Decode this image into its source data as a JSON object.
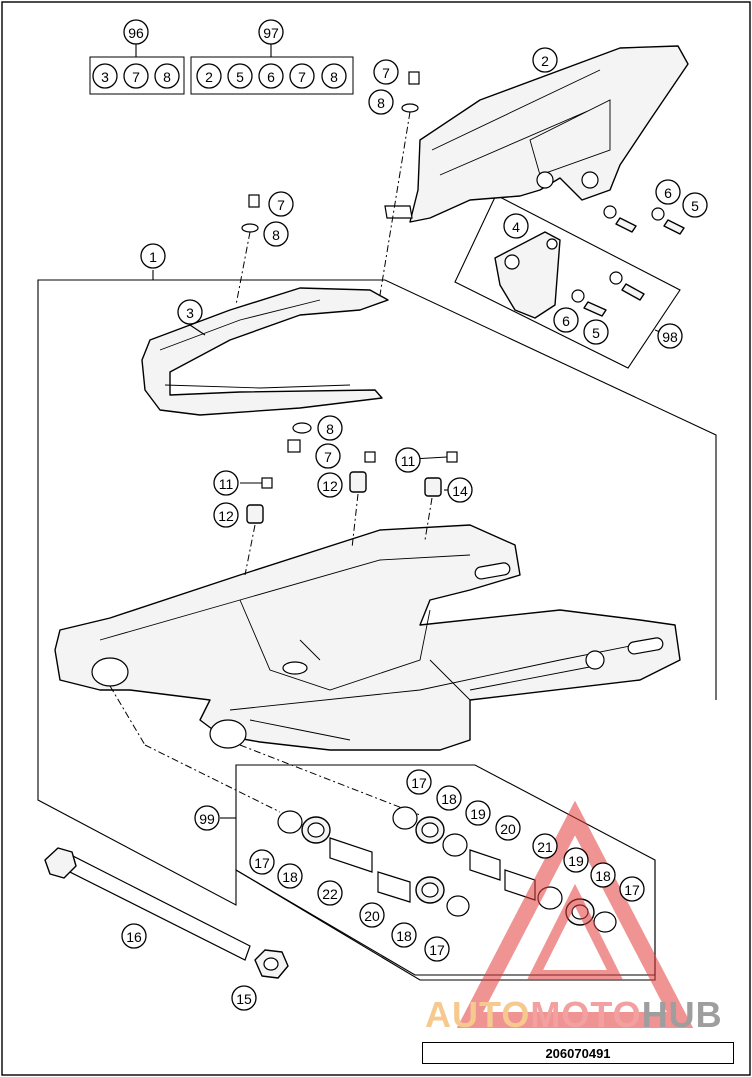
{
  "callouts": [
    {
      "id": "c1",
      "label": "1"
    },
    {
      "id": "c2",
      "label": "2"
    },
    {
      "id": "c3",
      "label": "3"
    },
    {
      "id": "c4",
      "label": "4"
    },
    {
      "id": "c5a",
      "label": "5"
    },
    {
      "id": "c5b",
      "label": "5"
    },
    {
      "id": "c6a",
      "label": "6"
    },
    {
      "id": "c6b",
      "label": "6"
    },
    {
      "id": "c7a",
      "label": "7"
    },
    {
      "id": "c7b",
      "label": "7"
    },
    {
      "id": "c7c",
      "label": "7"
    },
    {
      "id": "c8a",
      "label": "8"
    },
    {
      "id": "c8b",
      "label": "8"
    },
    {
      "id": "c8c",
      "label": "8"
    },
    {
      "id": "c11a",
      "label": "11"
    },
    {
      "id": "c11b",
      "label": "11"
    },
    {
      "id": "c12a",
      "label": "12"
    },
    {
      "id": "c12b",
      "label": "12"
    },
    {
      "id": "c14",
      "label": "14"
    },
    {
      "id": "c15",
      "label": "15"
    },
    {
      "id": "c16",
      "label": "16"
    },
    {
      "id": "c17a",
      "label": "17"
    },
    {
      "id": "c17b",
      "label": "17"
    },
    {
      "id": "c17c",
      "label": "17"
    },
    {
      "id": "c17d",
      "label": "17"
    },
    {
      "id": "c18a",
      "label": "18"
    },
    {
      "id": "c18b",
      "label": "18"
    },
    {
      "id": "c18c",
      "label": "18"
    },
    {
      "id": "c18d",
      "label": "18"
    },
    {
      "id": "c19a",
      "label": "19"
    },
    {
      "id": "c19b",
      "label": "19"
    },
    {
      "id": "c20a",
      "label": "20"
    },
    {
      "id": "c20b",
      "label": "20"
    },
    {
      "id": "c21",
      "label": "21"
    },
    {
      "id": "c22",
      "label": "22"
    },
    {
      "id": "c96",
      "label": "96"
    },
    {
      "id": "c97",
      "label": "97"
    },
    {
      "id": "c98",
      "label": "98"
    },
    {
      "id": "c99",
      "label": "99"
    },
    {
      "id": "k96a",
      "label": "3"
    },
    {
      "id": "k96b",
      "label": "7"
    },
    {
      "id": "k96c",
      "label": "8"
    },
    {
      "id": "k97a",
      "label": "2"
    },
    {
      "id": "k97b",
      "label": "5"
    },
    {
      "id": "k97c",
      "label": "6"
    },
    {
      "id": "k97d",
      "label": "7"
    },
    {
      "id": "k97e",
      "label": "8"
    }
  ],
  "drawing_number": "206070491",
  "watermark": {
    "part1": "AUTO",
    "part2": "MOTO",
    "part3": "HUB",
    "colors": {
      "auto": "#f6c98f",
      "moto": "#f2a0a0",
      "hub": "#9e9e9e",
      "triangle": "#e23b3b"
    }
  }
}
